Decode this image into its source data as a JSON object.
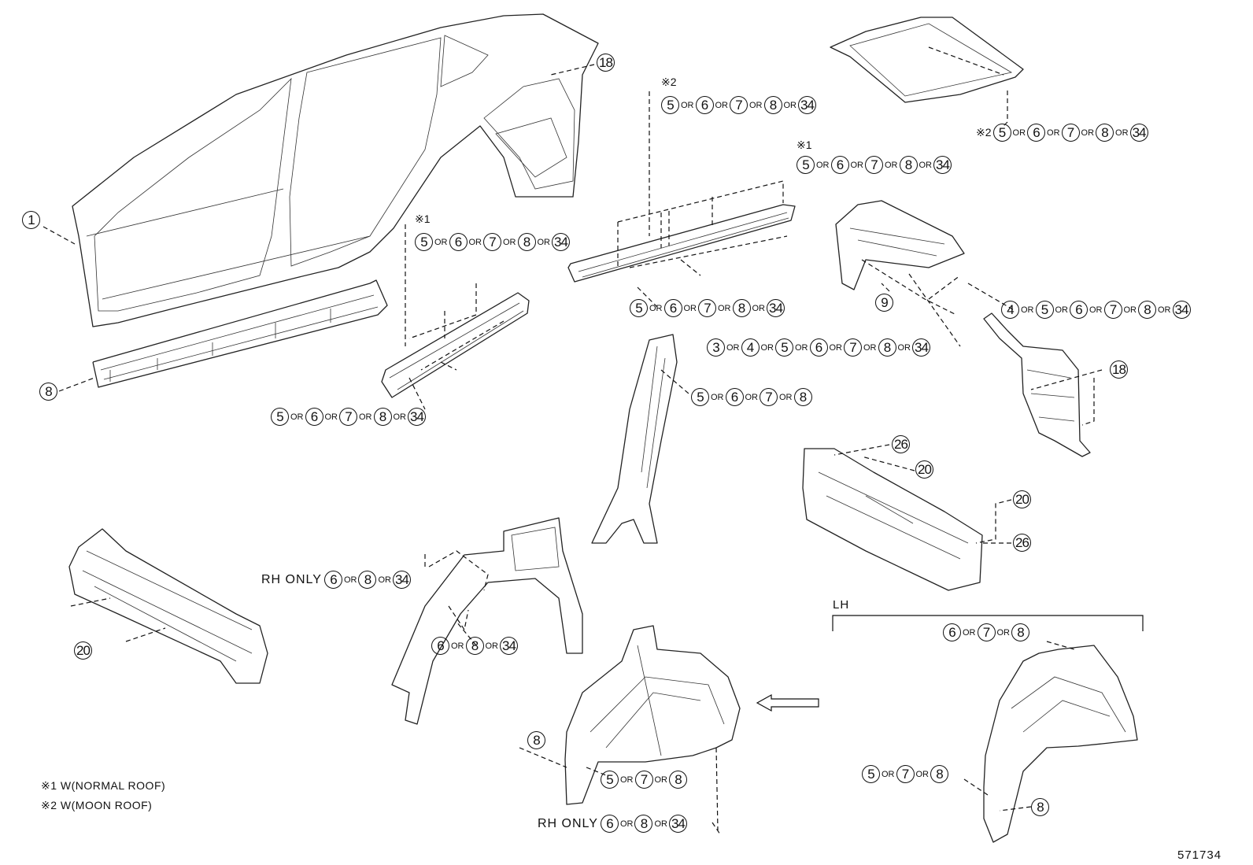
{
  "notes": {
    "note1": "※1 W(NORMAL ROOF)",
    "note2": "※2 W(MOON ROOF)"
  },
  "figure_number": "571734",
  "lh_label": "LH",
  "rh_only": "RH ONLY",
  "or": "OR",
  "marks": {
    "m1": "※1",
    "m2": "※2"
  },
  "callouts": {
    "c1": [
      "1"
    ],
    "c8a": [
      "8"
    ],
    "c18a": [
      "18"
    ],
    "c18b": [
      "18"
    ],
    "c9": [
      "9"
    ],
    "cSunroof": [
      "5",
      "6",
      "7",
      "8",
      "34"
    ],
    "cRail2": [
      "5",
      "6",
      "7",
      "8",
      "34"
    ],
    "cRail1": [
      "5",
      "6",
      "7",
      "8",
      "34"
    ],
    "cRoofLower": [
      "5",
      "6",
      "7",
      "8",
      "34"
    ],
    "cMidTop": [
      "5",
      "6",
      "7",
      "8",
      "34"
    ],
    "cMidBottom": [
      "5",
      "6",
      "7",
      "8",
      "34"
    ],
    "cBackPanel": [
      "4",
      "5",
      "6",
      "7",
      "8",
      "34"
    ],
    "cBackLower": [
      "3",
      "4",
      "5",
      "6",
      "7",
      "8",
      "34"
    ],
    "cPillar": [
      "5",
      "6",
      "7",
      "8"
    ],
    "c26a": [
      "26"
    ],
    "c20a": [
      "20"
    ],
    "c20b": [
      "20"
    ],
    "c26b": [
      "26"
    ],
    "c20c": [
      "20"
    ],
    "cRhTop": [
      "6",
      "8",
      "34"
    ],
    "cArchLower": [
      "6",
      "8",
      "34"
    ],
    "c8b": [
      "8"
    ],
    "cCenterLower": [
      "5",
      "7",
      "8"
    ],
    "cRhBottom": [
      "6",
      "8",
      "34"
    ],
    "cLhTop": [
      "6",
      "7",
      "8"
    ],
    "cLhLower": [
      "5",
      "7",
      "8"
    ],
    "c8c": [
      "8"
    ]
  }
}
